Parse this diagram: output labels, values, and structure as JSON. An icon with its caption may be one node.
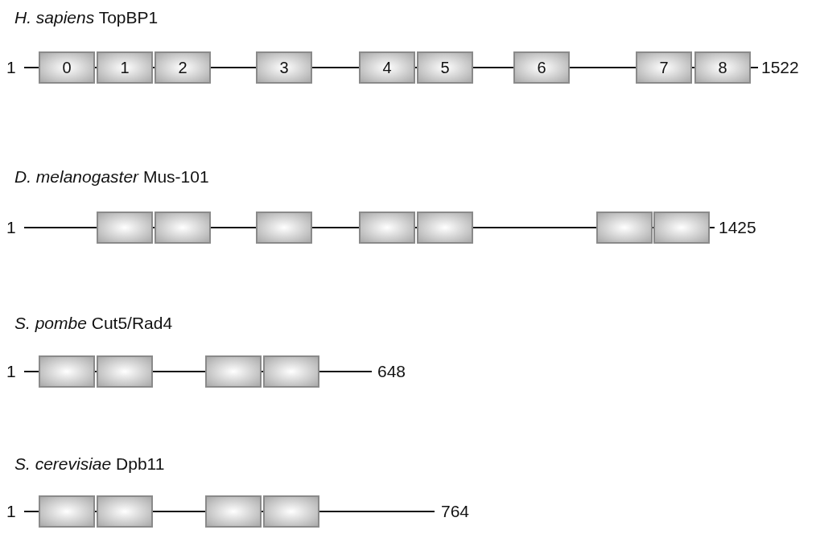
{
  "diagram": {
    "nodes": [
      {
        "text": [
          "0"
        ]
      },
      {
        "text": [
          "1"
        ]
      },
      {
        "text": [
          "2"
        ]
      },
      {
        "text": [
          "3"
        ]
      },
      {
        "text": [
          "4"
        ]
      },
      {
        "text": [
          "5"
        ]
      },
      {
        "text": [
          "6"
        ]
      },
      {
        "text": [
          "7"
        ]
      },
      {
        "text": [
          "8"
        ]
      },
      {
        "text": [],
        "shape": "box"
      },
      {
        "text": [],
        "shape": "box"
      },
      {
        "text": [],
        "shape": "box"
      },
      {
        "text": [],
        "shape": "box"
      },
      {
        "text": [],
        "shape": "box"
      },
      {
        "text": [],
        "shape": "box"
      },
      {
        "text": [],
        "shape": "box"
      },
      {
        "text": [],
        "shape": "box"
      },
      {
        "text": [],
        "shape": "box"
      },
      {
        "text": [],
        "shape": "box"
      },
      {
        "text": [],
        "shape": "box"
      },
      {
        "text": [],
        "shape": "box"
      },
      {
        "text": [],
        "shape": "box"
      },
      {
        "text": [],
        "shape": "box"
      },
      {
        "text": [],
        "shape": "box"
      }
    ],
    "labels": [
      "*H. sapiens* TopBP1",
      "1",
      "1522",
      "*D. melanogaster* Mus-101",
      "1",
      "1425",
      "*S. pombe* Cut5/Rad4",
      "1",
      "648",
      "*S. cerevisiae* Dpb11",
      "1",
      "764"
    ]
  }
}
